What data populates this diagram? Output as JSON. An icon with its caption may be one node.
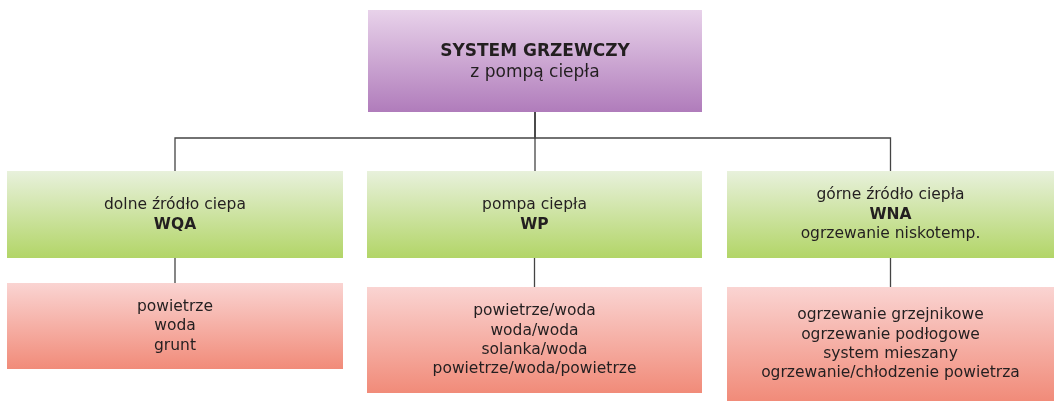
{
  "diagram": {
    "nodes": [
      {
        "text": [
          "SYSTEM GRZEWCZY",
          "z pompą ciepła"
        ]
      },
      {
        "text": [
          "dolne źródło ciepa",
          "WQA"
        ]
      },
      {
        "text": [
          "pompa ciepła",
          "WP"
        ]
      },
      {
        "text": [
          "górne źródło ciepła",
          "WNA",
          "ogrzewanie niskotemp."
        ]
      },
      {
        "text": [
          "powietrze",
          "woda",
          "grunt"
        ]
      },
      {
        "text": [
          "powietrze/woda",
          "woda/woda",
          "solanka/woda",
          "powietrze/woda/powietrze"
        ]
      },
      {
        "text": [
          "ogrzewanie grzejnikowe",
          "ogrzewanie podłogowe",
          "system mieszany",
          "ogrzewanie/chłodzenie powietrza"
        ]
      }
    ],
    "edges": [
      {
        "from": 0,
        "to": 1,
        "arrow": "none"
      },
      {
        "from": 0,
        "to": 2,
        "arrow": "none"
      },
      {
        "from": 0,
        "to": 3,
        "arrow": "none"
      },
      {
        "from": 1,
        "to": 4,
        "arrow": "none"
      },
      {
        "from": 2,
        "to": 5,
        "arrow": "none"
      },
      {
        "from": 3,
        "to": 6,
        "arrow": "none"
      }
    ]
  }
}
